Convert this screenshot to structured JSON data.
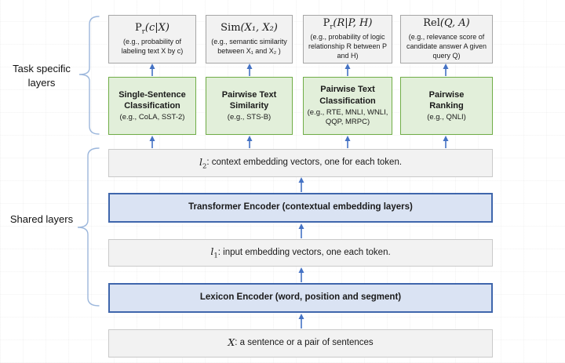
{
  "colors": {
    "arrow": "#4472c4",
    "brace": "#9cb7dc",
    "task_fill": "#e2efda",
    "task_border": "#70ad47",
    "encoder_fill": "#dae3f3",
    "encoder_border": "#3f66ac",
    "box_fill": "#f2f2f2",
    "box_border": "#a6a6a6",
    "row_fill": "#f2f2f2",
    "row_border": "#c9c9c9",
    "text": "#1a1a1a"
  },
  "side": {
    "task_specific_label": "Task specific layers",
    "shared_label": "Shared layers"
  },
  "columns": [
    {
      "output": {
        "fn": "P",
        "sub": "r",
        "args": "(c|X)",
        "desc": "(e.g., probability of labeling text X by c)"
      },
      "task": {
        "title": "Single-Sentence Classification",
        "subtitle": "(e.g., CoLA, SST-2)"
      }
    },
    {
      "output": {
        "fn": "Sim",
        "sub": "",
        "args": "(X₁, X₂)",
        "desc": "(e.g., semantic similarity between X₁ and X₂ )"
      },
      "task": {
        "title": "Pairwise Text Similarity",
        "subtitle": "(e.g., STS-B)"
      }
    },
    {
      "output": {
        "fn": "P",
        "sub": "r",
        "args": "(R|P, H)",
        "desc": "(e.g., probability of logic relationship R between P and H)"
      },
      "task": {
        "title": "Pairwise Text Classification",
        "subtitle": "(e.g., RTE, MNLI, WNLI, QQP, MRPC)"
      }
    },
    {
      "output": {
        "fn": "Rel",
        "sub": "",
        "args": "(Q, A)",
        "desc": "(e.g., relevance score of candidate answer A given query Q)"
      },
      "task": {
        "title": "Pairwise Ranking",
        "subtitle": "(e.g., QNLI)"
      }
    }
  ],
  "shared": {
    "l2": {
      "var": "l",
      "sub": "2",
      "text": ": context embedding vectors, one for each token."
    },
    "transformer": {
      "label": "Transformer Encoder (contextual embedding layers)"
    },
    "l1": {
      "var": "l",
      "sub": "1",
      "text": ": input embedding vectors, one each token."
    },
    "lexicon": {
      "label": "Lexicon Encoder (word, position and segment)"
    },
    "input": {
      "var": "X",
      "sub": "",
      "text": ": a sentence or a pair of sentences"
    }
  }
}
